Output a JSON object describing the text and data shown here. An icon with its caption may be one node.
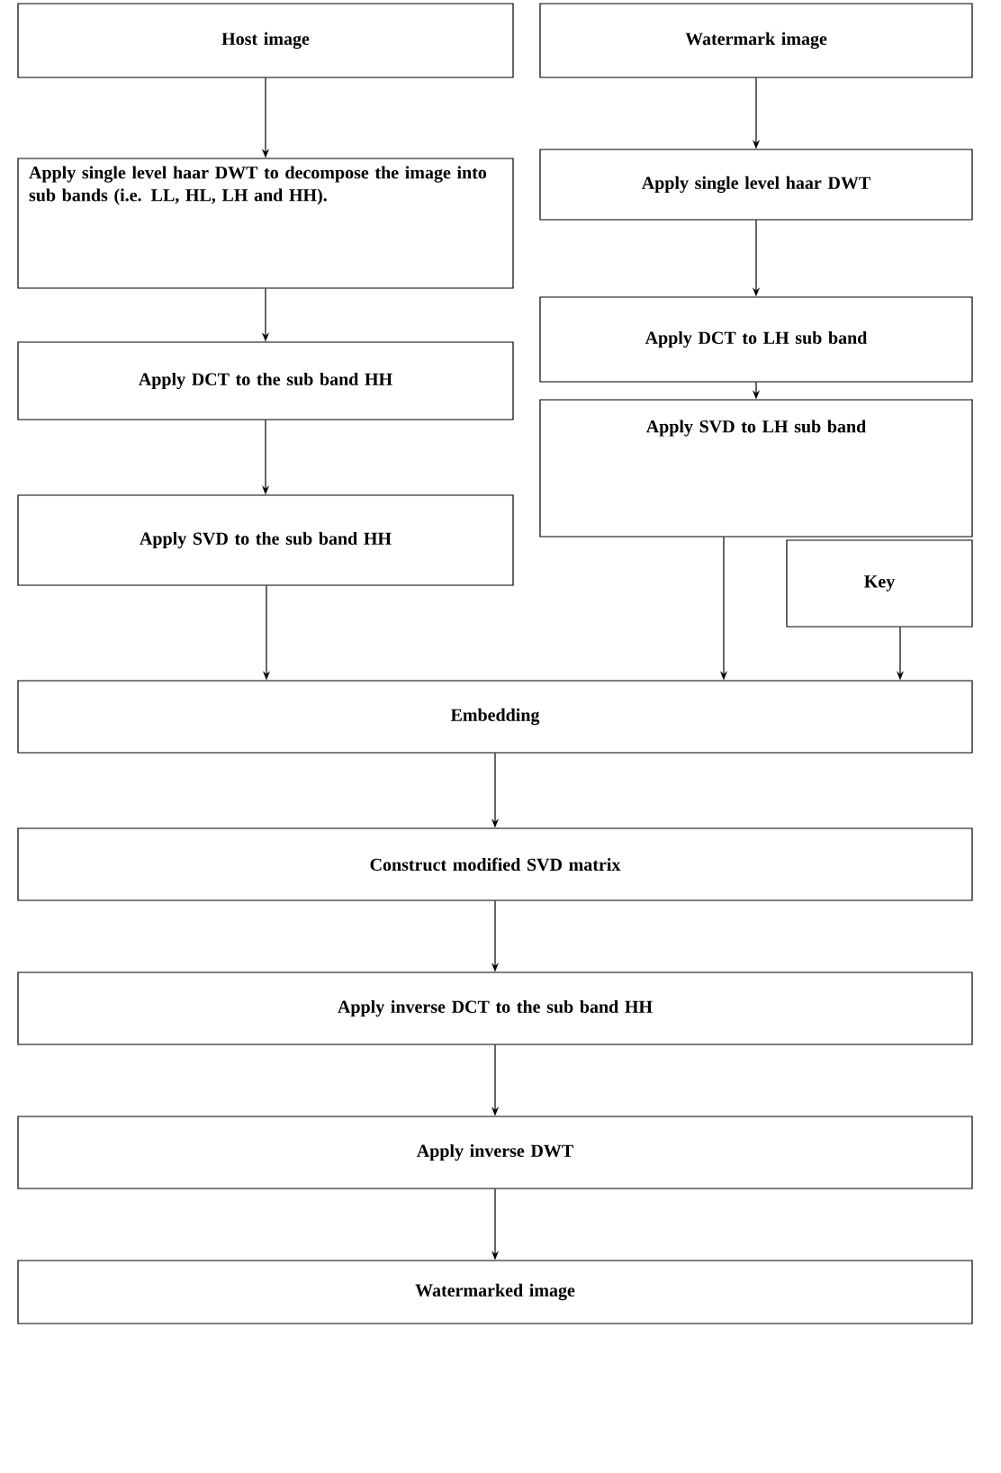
{
  "diagram": {
    "nodes": [
      {
        "text": [
          "Host image"
        ]
      },
      {
        "text": [
          "Watermark image"
        ]
      },
      {
        "text": [
          "Apply single level haar DWT to decompose the image into sub bands (i.e. LL, HL, LH and HH)."
        ]
      },
      {
        "text": [
          "Apply single level haar DWT"
        ]
      },
      {
        "text": [
          "Apply DCT to LH sub band"
        ]
      },
      {
        "text": [
          "Apply DCT to the sub band HH"
        ]
      },
      {
        "text": [
          "Apply SVD to LH sub band"
        ]
      },
      {
        "text": [
          "Apply SVD to the sub band HH"
        ]
      },
      {
        "text": [
          "Key"
        ]
      },
      {
        "text": [
          "Embedding"
        ]
      },
      {
        "text": [
          "Construct modified SVD matrix"
        ]
      },
      {
        "text": [
          "Apply inverse DCT to the sub band HH"
        ]
      },
      {
        "text": [
          "Apply inverse DWT"
        ]
      },
      {
        "text": [
          "Watermarked image"
        ]
      }
    ],
    "edges": [
      {
        "from": 0,
        "to": 2,
        "arrow": "to"
      },
      {
        "from": 2,
        "to": 5,
        "arrow": "to"
      },
      {
        "from": 5,
        "to": 7,
        "arrow": "to"
      },
      {
        "from": 7,
        "to": 9,
        "arrow": "to"
      },
      {
        "from": 1,
        "to": 3,
        "arrow": "to"
      },
      {
        "from": 3,
        "to": 4,
        "arrow": "to"
      },
      {
        "from": 4,
        "to": 6,
        "arrow": "to"
      },
      {
        "from": 6,
        "to": 9,
        "arrow": "to"
      },
      {
        "from": 8,
        "to": 9,
        "arrow": "to"
      },
      {
        "from": 9,
        "to": 10,
        "arrow": "to"
      },
      {
        "from": 10,
        "to": 11,
        "arrow": "to"
      },
      {
        "from": 11,
        "to": 12,
        "arrow": "to"
      },
      {
        "from": 12,
        "to": 13,
        "arrow": "to"
      }
    ]
  }
}
